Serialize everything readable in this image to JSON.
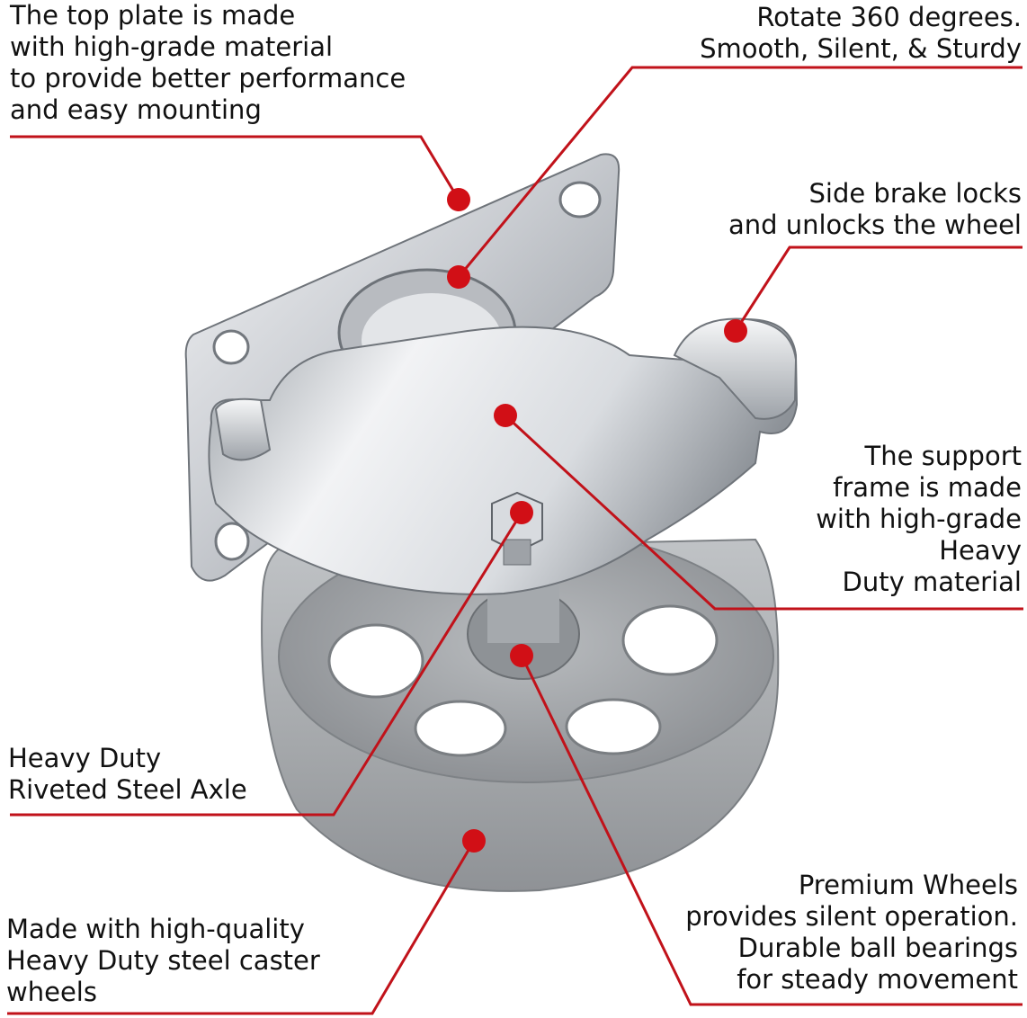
{
  "colors": {
    "callout_line": "#c1121a",
    "callout_dot": "#d10f16",
    "metal_light": "#e9ebee",
    "metal_dark": "#7d8288",
    "wheel_gray": "#a7aaad"
  },
  "callouts": {
    "top_plate": {
      "lines": [
        "The top plate is made",
        "with high-grade material",
        "to provide better performance",
        "and easy mounting"
      ]
    },
    "rotate": {
      "lines": [
        "Rotate 360 degrees.",
        "Smooth, Silent, & Sturdy"
      ]
    },
    "brake": {
      "lines": [
        "Side brake locks",
        "and unlocks the wheel"
      ]
    },
    "frame": {
      "lines": [
        "The support",
        "frame is made",
        "with high-grade",
        "Heavy",
        "Duty material"
      ]
    },
    "axle": {
      "lines": [
        "Heavy Duty",
        "Riveted Steel Axle"
      ]
    },
    "premium": {
      "lines": [
        "Premium Wheels",
        "provides silent operation.",
        "Durable ball bearings",
        "for steady movement"
      ]
    },
    "wheels": {
      "lines": [
        "Made with high-quality",
        "Heavy Duty steel caster",
        "wheels"
      ]
    }
  }
}
